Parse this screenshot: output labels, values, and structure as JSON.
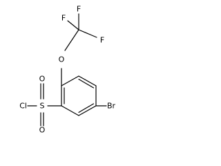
{
  "molecule": {
    "atoms": {
      "f_top": "F",
      "f_left": "F",
      "f_right": "F",
      "o_ether": "O",
      "cl": "Cl",
      "s": "S",
      "o_upper": "O",
      "o_lower": "O",
      "br": "Br"
    }
  }
}
